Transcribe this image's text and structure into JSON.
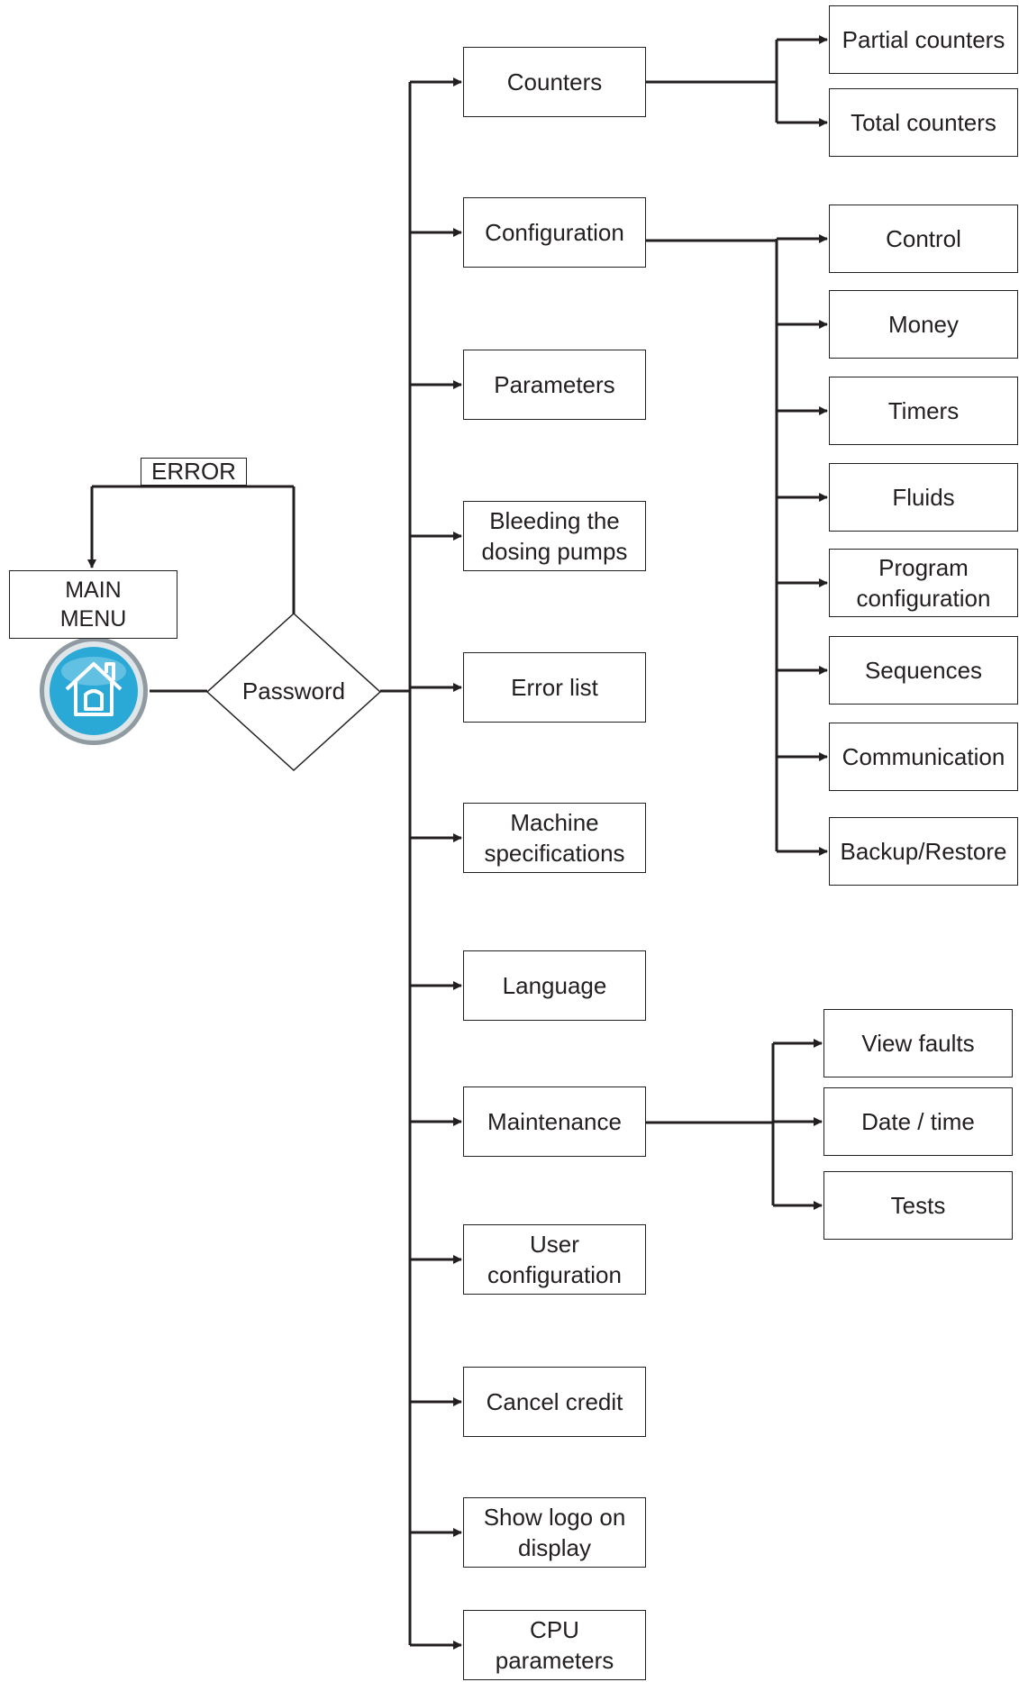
{
  "main_menu": {
    "label": "MAIN\nMENU"
  },
  "home_icon": {
    "name": "home-icon",
    "colors": {
      "rim": "#8f9aa1",
      "face": "#2aa9d6",
      "glyph": "#ffffff"
    }
  },
  "password": {
    "label": "Password"
  },
  "error": {
    "label": "ERROR"
  },
  "menu_items": [
    {
      "id": "counters",
      "label": "Counters"
    },
    {
      "id": "configuration",
      "label": "Configuration"
    },
    {
      "id": "parameters",
      "label": "Parameters"
    },
    {
      "id": "bleeding",
      "label": "Bleeding the\ndosing pumps"
    },
    {
      "id": "error-list",
      "label": "Error list"
    },
    {
      "id": "machine-specs",
      "label": "Machine\nspecifications"
    },
    {
      "id": "language",
      "label": "Language"
    },
    {
      "id": "maintenance",
      "label": "Maintenance"
    },
    {
      "id": "user-config",
      "label": "User\nconfiguration"
    },
    {
      "id": "cancel-credit",
      "label": "Cancel credit"
    },
    {
      "id": "show-logo",
      "label": "Show logo on\ndisplay"
    },
    {
      "id": "cpu-params",
      "label": "CPU\nparameters"
    }
  ],
  "counters_sub": [
    {
      "id": "partial-counters",
      "label": "Partial counters"
    },
    {
      "id": "total-counters",
      "label": "Total counters"
    }
  ],
  "configuration_sub": [
    {
      "id": "control",
      "label": "Control"
    },
    {
      "id": "money",
      "label": "Money"
    },
    {
      "id": "timers",
      "label": "Timers"
    },
    {
      "id": "fluids",
      "label": "Fluids"
    },
    {
      "id": "program-config",
      "label": "Program\nconfiguration"
    },
    {
      "id": "sequences",
      "label": "Sequences"
    },
    {
      "id": "communication",
      "label": "Communication"
    },
    {
      "id": "backup-restore",
      "label": "Backup/Restore"
    }
  ],
  "maintenance_sub": [
    {
      "id": "view-faults",
      "label": "View faults"
    },
    {
      "id": "date-time",
      "label": "Date / time"
    },
    {
      "id": "tests",
      "label": "Tests"
    }
  ]
}
